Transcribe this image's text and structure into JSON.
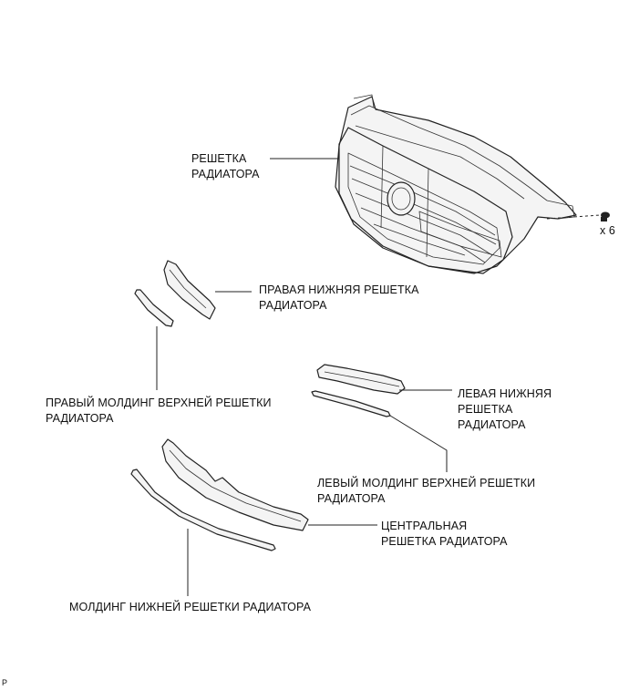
{
  "labels": {
    "radiator_grille": "РЕШЕТКА\nРАДИАТОРА",
    "right_lower_grille": "ПРАВАЯ НИЖНЯЯ РЕШЕТКА\nРАДИАТОРА",
    "right_upper_molding": "ПРАВЫЙ МОЛДИНГ ВЕРХНЕЙ РЕШЕТКИ\nРАДИАТОРА",
    "left_lower_grille": "ЛЕВАЯ НИЖНЯЯ\nРЕШЕТКА\nРАДИАТОРА",
    "left_upper_molding": "ЛЕВЫЙ МОЛДИНГ ВЕРХНЕЙ РЕШЕТКИ\nРАДИАТОРА",
    "center_grille": "ЦЕНТРАЛЬНАЯ\nРЕШЕТКА РАДИАТОРА",
    "lower_molding": "МОЛДИНГ НИЖНЕЙ РЕШЕТКИ РАДИАТОРА",
    "clip_count": "x 6",
    "figure_mark": "P"
  },
  "icons": {
    "clip": "screw-clip-icon"
  }
}
